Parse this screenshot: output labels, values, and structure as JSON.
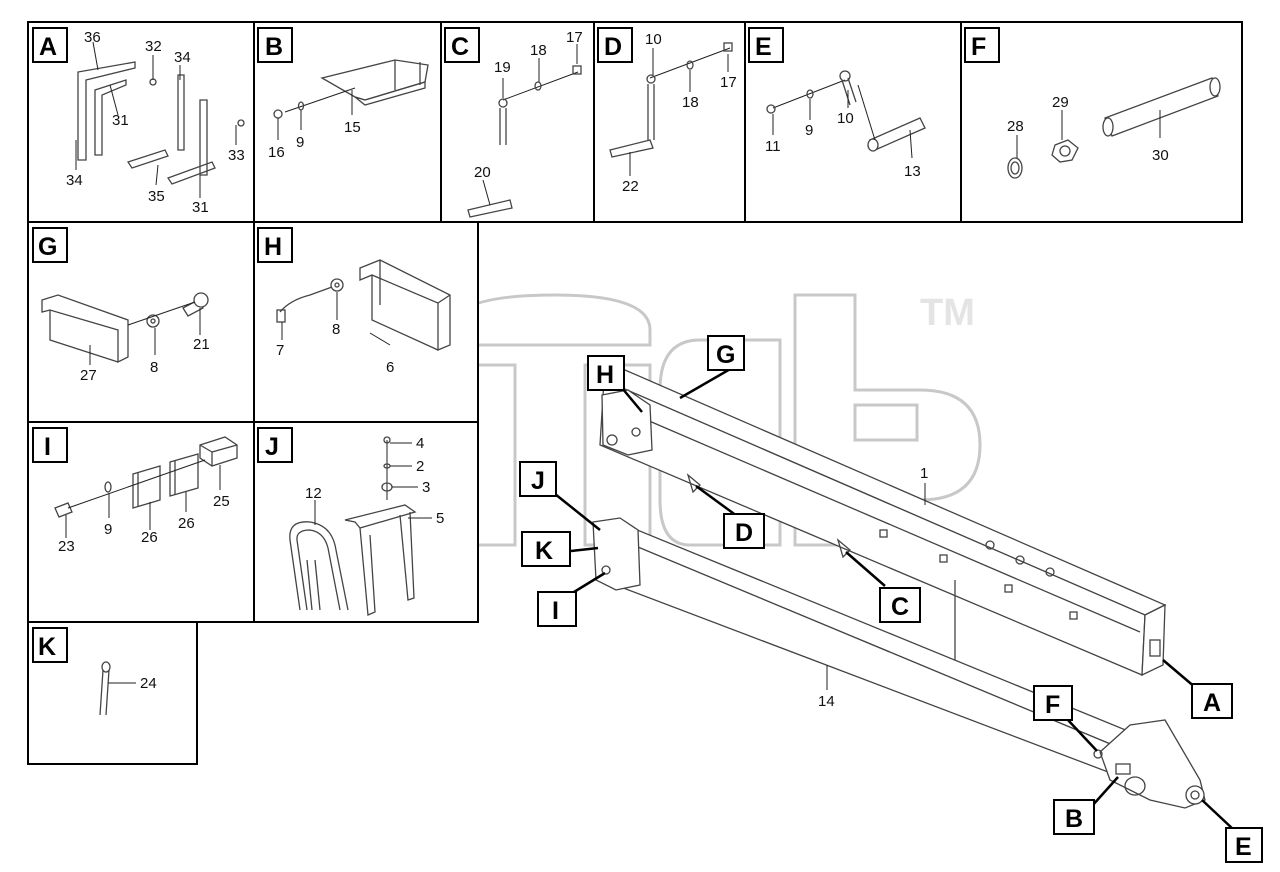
{
  "watermark": {
    "tm": "TM"
  },
  "callouts": {
    "A": "A",
    "B": "B",
    "C": "C",
    "D": "D",
    "E": "E",
    "F": "F",
    "G": "G",
    "H": "H",
    "I": "I",
    "J": "J",
    "K": "K"
  },
  "parts": {
    "p1": "1",
    "p2": "2",
    "p3": "3",
    "p4": "4",
    "p5": "5",
    "p6": "6",
    "p7": "7",
    "p8": "8",
    "p9": "9",
    "p10": "10",
    "p11": "11",
    "p12": "12",
    "p13": "13",
    "p14": "14",
    "p15": "15",
    "p16": "16",
    "p17": "17",
    "p18": "18",
    "p19": "19",
    "p20": "20",
    "p21": "21",
    "p22": "22",
    "p23": "23",
    "p24": "24",
    "p25": "25",
    "p26": "26",
    "p27": "27",
    "p28": "28",
    "p29": "29",
    "p30": "30",
    "p31": "31",
    "p32": "32",
    "p33": "33",
    "p34": "34",
    "p35": "35",
    "p36": "36"
  }
}
